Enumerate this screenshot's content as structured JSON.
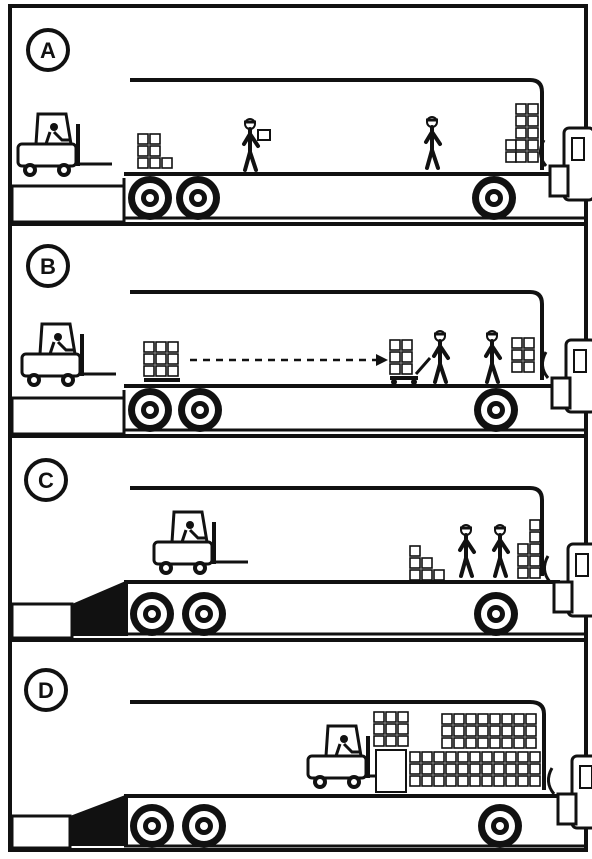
{
  "figure": {
    "panels": [
      {
        "label": "A"
      },
      {
        "label": "B"
      },
      {
        "label": "C"
      },
      {
        "label": "D"
      }
    ]
  },
  "colors": {
    "ink": "#111111",
    "paper": "#ffffff"
  }
}
